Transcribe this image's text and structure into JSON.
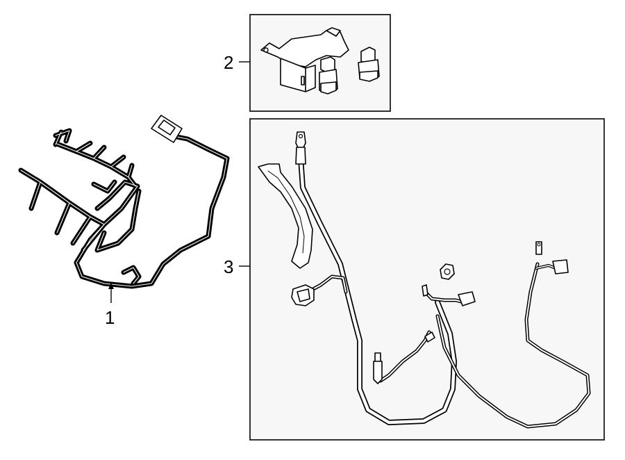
{
  "diagram": {
    "callouts": [
      {
        "id": "1",
        "label": "1"
      },
      {
        "id": "2",
        "label": "2"
      },
      {
        "id": "3",
        "label": "3"
      }
    ],
    "colors": {
      "line": "#000000",
      "box_fill": "#f7f7f7",
      "background": "#ffffff"
    }
  }
}
